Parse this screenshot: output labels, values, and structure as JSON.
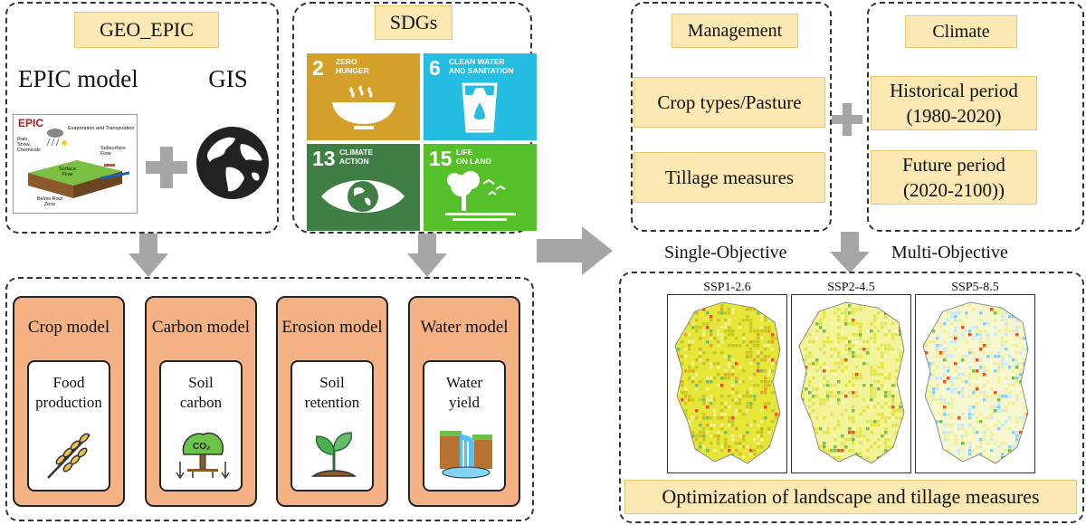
{
  "geo_epic": {
    "title": "GEO_EPIC",
    "epic_model_label": "EPIC model",
    "gis_label": "GIS",
    "epic_image": {
      "logo": "EPIC",
      "evap_text": "Evaporation and Transpiration",
      "rain_text": "Rain,\nSnow,\nChemicals",
      "subsurface_text": "Subsurface\nFlow",
      "surface_text": "Surface\nFlow",
      "below_root_text": "Below Root\nZone"
    },
    "globe_icon": "globe-icon"
  },
  "sdgs": {
    "title": "SDGs",
    "tiles": [
      {
        "number": "2",
        "title": "ZERO\nHUNGER",
        "color": "#d3a029",
        "icon": "bowl-icon"
      },
      {
        "number": "6",
        "title": "CLEAN WATER\nAND SANITATION",
        "color": "#26bde2",
        "icon": "water-glass-icon"
      },
      {
        "number": "13",
        "title": "CLIMATE\nACTION",
        "color": "#3f7e44",
        "icon": "eye-earth-icon"
      },
      {
        "number": "15",
        "title": "LIFE\nON LAND",
        "color": "#56c02b",
        "icon": "tree-birds-icon"
      }
    ]
  },
  "models": [
    {
      "title": "Crop model",
      "output": "Food\nproduction",
      "icon": "wheat-icon"
    },
    {
      "title": "Carbon model",
      "output": "Soil\ncarbon",
      "icon": "co2-tree-icon"
    },
    {
      "title": "Erosion model",
      "output": "Soil\nretention",
      "icon": "sprout-icon"
    },
    {
      "title": "Water model",
      "output": "Water\nyield",
      "icon": "waterfall-icon"
    }
  ],
  "management": {
    "title": "Management",
    "items": [
      "Crop types/Pasture",
      "Tillage measures"
    ]
  },
  "climate": {
    "title": "Climate",
    "items": [
      "Historical period\n(1980-2020)",
      "Future period\n(2020-2100)"
    ]
  },
  "objectives": {
    "single": "Single-Objective",
    "multi": "Multi-Objective"
  },
  "scenarios": {
    "labels": [
      "SSP1-2.6",
      "SSP2-4.5",
      "SSP5-8.5"
    ],
    "caption": "Optimization of landscape and tillage measures"
  },
  "colors": {
    "label_fill": "#fce8b2",
    "model_fill": "#f4b183",
    "arrow_gray": "#a6a6a6",
    "map_yellow": "#e8e84a"
  }
}
